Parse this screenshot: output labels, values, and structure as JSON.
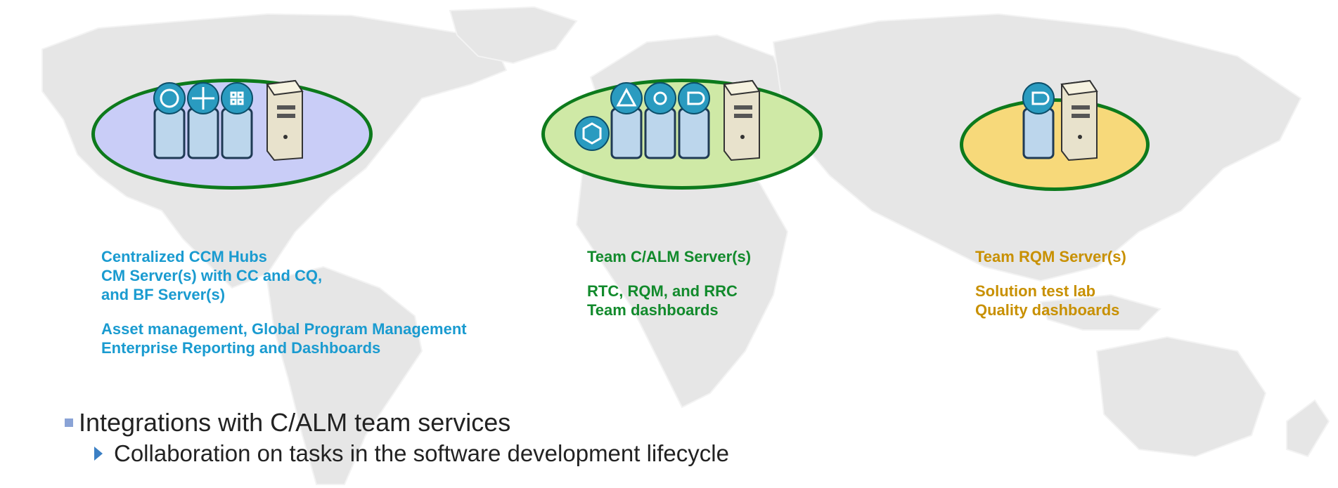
{
  "sites": [
    {
      "id": "central",
      "color": "#1a9bd0",
      "fill": "#c9cdf7",
      "icons": [
        "globe-icon",
        "compass-icon",
        "grid-icon"
      ],
      "lines": [
        "Centralized CCM Hubs",
        "CM Server(s) with CC and CQ,",
        "and BF Server(s)"
      ],
      "lines2": [
        "Asset management, Global Program Management",
        "Enterprise Reporting and Dashboards"
      ]
    },
    {
      "id": "team-calm",
      "color": "#128a2c",
      "fill": "#cfe9a6",
      "icons": [
        "hexagon-icon",
        "triangle-icon",
        "network-icon",
        "loop-icon"
      ],
      "lines": [
        "Team C/ALM Server(s)"
      ],
      "lines2": [
        "RTC, RQM, and RRC",
        "Team dashboards"
      ]
    },
    {
      "id": "team-rqm",
      "color": "#c89000",
      "fill": "#f7d97a",
      "icons": [
        "loop-icon"
      ],
      "lines": [
        "Team RQM Server(s)"
      ],
      "lines2": [
        "Solution test lab",
        "Quality dashboards"
      ]
    }
  ],
  "bullets": {
    "level1": "Integrations with C/ALM team services",
    "level2": "Collaboration on tasks in the software development lifecycle"
  }
}
